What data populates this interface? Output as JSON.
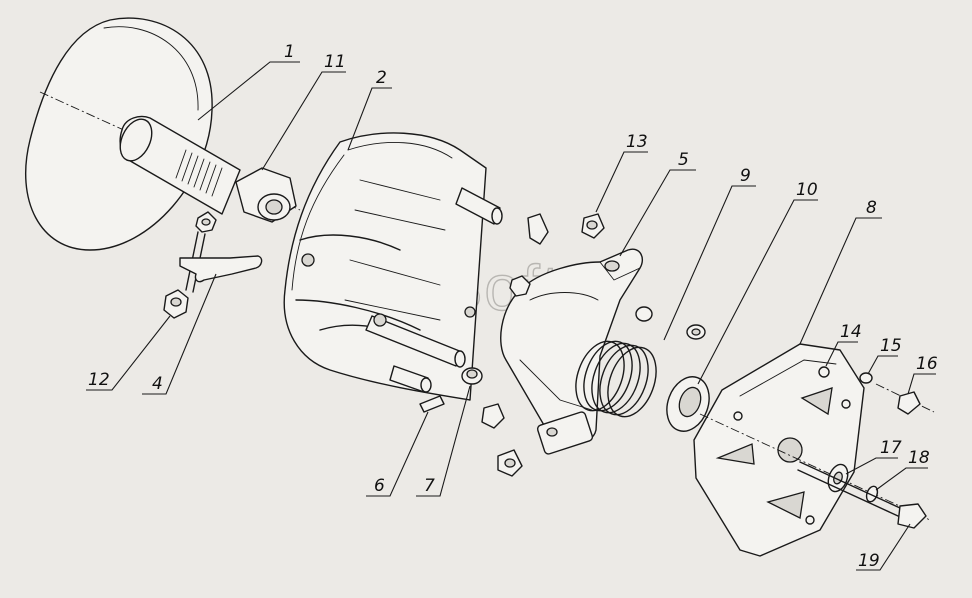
{
  "watermark": "AutoSoft",
  "callouts": [
    {
      "id": "1",
      "label": "1"
    },
    {
      "id": "2",
      "label": "2"
    },
    {
      "id": "4",
      "label": "4"
    },
    {
      "id": "5",
      "label": "5"
    },
    {
      "id": "6",
      "label": "6"
    },
    {
      "id": "7",
      "label": "7"
    },
    {
      "id": "8",
      "label": "8"
    },
    {
      "id": "9",
      "label": "9"
    },
    {
      "id": "10",
      "label": "10"
    },
    {
      "id": "11",
      "label": "11"
    },
    {
      "id": "12",
      "label": "12"
    },
    {
      "id": "13",
      "label": "13"
    },
    {
      "id": "14",
      "label": "14"
    },
    {
      "id": "15",
      "label": "15"
    },
    {
      "id": "16",
      "label": "16"
    },
    {
      "id": "17",
      "label": "17"
    },
    {
      "id": "18",
      "label": "18"
    },
    {
      "id": "19",
      "label": "19"
    }
  ]
}
